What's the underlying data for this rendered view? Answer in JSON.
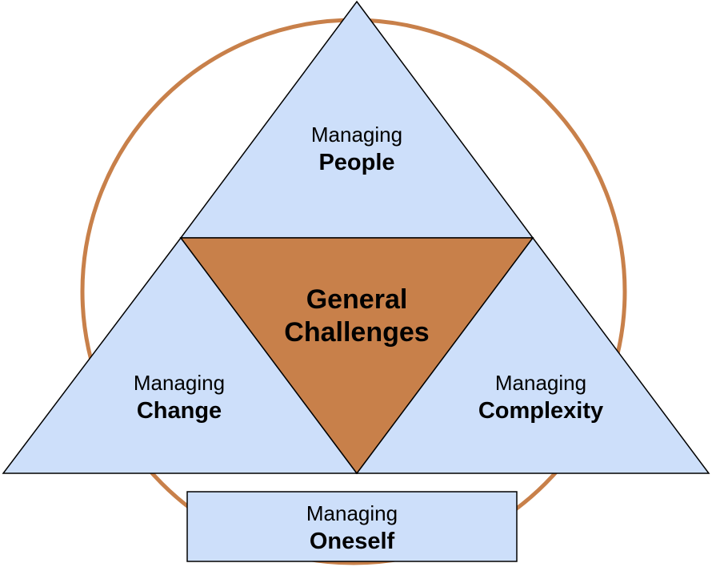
{
  "colors": {
    "ring": "#c8804a",
    "outer_fill": "#cddffa",
    "center_fill": "#c8804a",
    "stroke": "#000000"
  },
  "center": {
    "line1": "General",
    "line2": "Challenges"
  },
  "top": {
    "prefix": "Managing",
    "title": "People"
  },
  "left": {
    "prefix": "Managing",
    "title": "Change"
  },
  "right": {
    "prefix": "Managing",
    "title": "Complexity"
  },
  "bottom": {
    "prefix": "Managing",
    "title": "Oneself"
  }
}
